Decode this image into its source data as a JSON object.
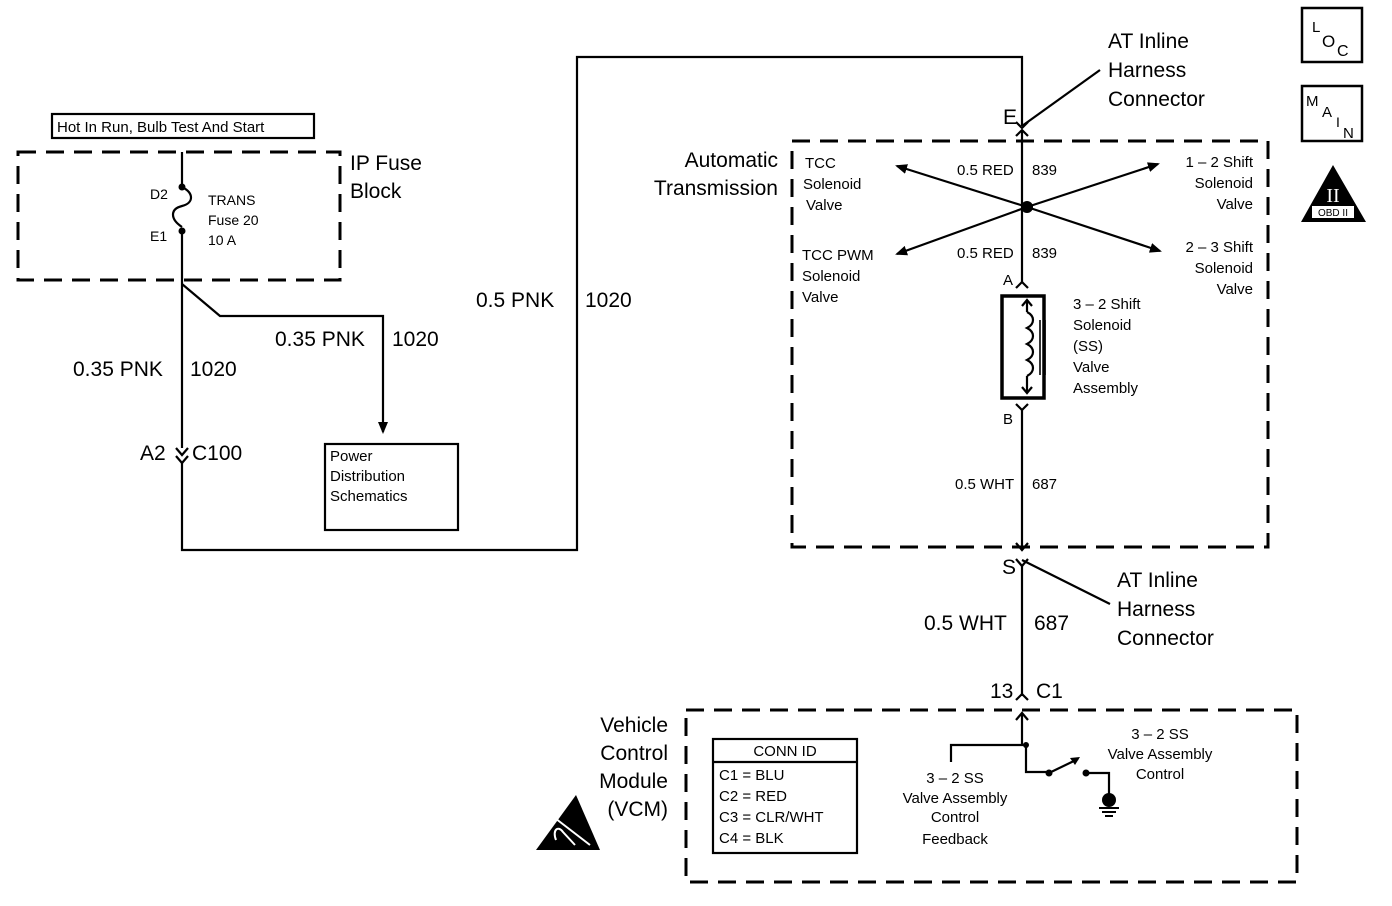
{
  "header_box": {
    "label": "Hot In Run, Bulb Test And Start"
  },
  "ip_fuse_block": {
    "title_line1": "IP Fuse",
    "title_line2": "Block",
    "pin_in": "D2",
    "pin_out": "E1",
    "fuse_line1": "TRANS",
    "fuse_line2": "Fuse 20",
    "fuse_line3": "10 A"
  },
  "wires": {
    "left_vertical": {
      "gauge_color": "0.35 PNK",
      "circuit": "1020"
    },
    "power_dist_branch": {
      "gauge_color": "0.35 PNK",
      "circuit": "1020"
    },
    "long_run": {
      "gauge_color": "0.5 PNK",
      "circuit": "1020"
    },
    "upper_splice": {
      "gauge_color": "0.5 RED",
      "circuit": "839"
    },
    "lower_splice": {
      "gauge_color": "0.5 RED",
      "circuit": "839"
    },
    "solenoid_return": {
      "gauge_color": "0.5 WHT",
      "circuit": "687"
    },
    "vcm_feed": {
      "gauge_color": "0.5 WHT",
      "circuit": "687"
    }
  },
  "connectors": {
    "c100": {
      "pin": "A2",
      "name": "C100"
    },
    "inline_top": {
      "pin": "E",
      "label_line1": "AT Inline",
      "label_line2": "Harness",
      "label_line3": "Connector"
    },
    "inline_bottom": {
      "pin": "S",
      "label_line1": "AT Inline",
      "label_line2": "Harness",
      "label_line3": "Connector"
    },
    "vcm_c1": {
      "pin": "13",
      "name": "C1"
    },
    "solenoid_a": "A",
    "solenoid_b": "B"
  },
  "power_distribution": {
    "line1": "Power",
    "line2": "Distribution",
    "line3": "Schematics"
  },
  "automatic_transmission": {
    "title_line1": "Automatic",
    "title_line2": "Transmission",
    "tcc": [
      "TCC",
      "Solenoid",
      "Valve"
    ],
    "tcc_pwm": [
      "TCC PWM",
      "Solenoid",
      "Valve"
    ],
    "shift_12": [
      "1 – 2 Shift",
      "Solenoid",
      "Valve"
    ],
    "shift_23": [
      "2 – 3 Shift",
      "Solenoid",
      "Valve"
    ],
    "shift_32": [
      "3 – 2 Shift",
      "Solenoid",
      "(SS)",
      "Valve",
      "Assembly"
    ]
  },
  "vcm": {
    "title": [
      "Vehicle",
      "Control",
      "Module",
      "(VCM)"
    ],
    "conn_id": {
      "header": "CONN ID",
      "rows": [
        "C1 = BLU",
        "C2 = RED",
        "C3 = CLR/WHT",
        "C4 = BLK"
      ]
    },
    "feedback_label": [
      "3 – 2 SS",
      "Valve Assembly",
      "Control",
      "Feedback"
    ],
    "control_label": [
      "3 – 2 SS",
      "Valve Assembly",
      "Control"
    ]
  },
  "side_icons": {
    "loc": {
      "l": "L",
      "o": "O",
      "c": "C"
    },
    "main": {
      "m": "M",
      "a": "A",
      "i": "I",
      "n": "N"
    },
    "obd": {
      "numeral": "II",
      "label": "OBD II"
    }
  },
  "icons": {
    "esd": "esd-warning-icon",
    "ground": "ground-icon",
    "fuse": "fuse-icon",
    "solenoid": "solenoid-coil-icon",
    "switch": "switch-icon"
  }
}
